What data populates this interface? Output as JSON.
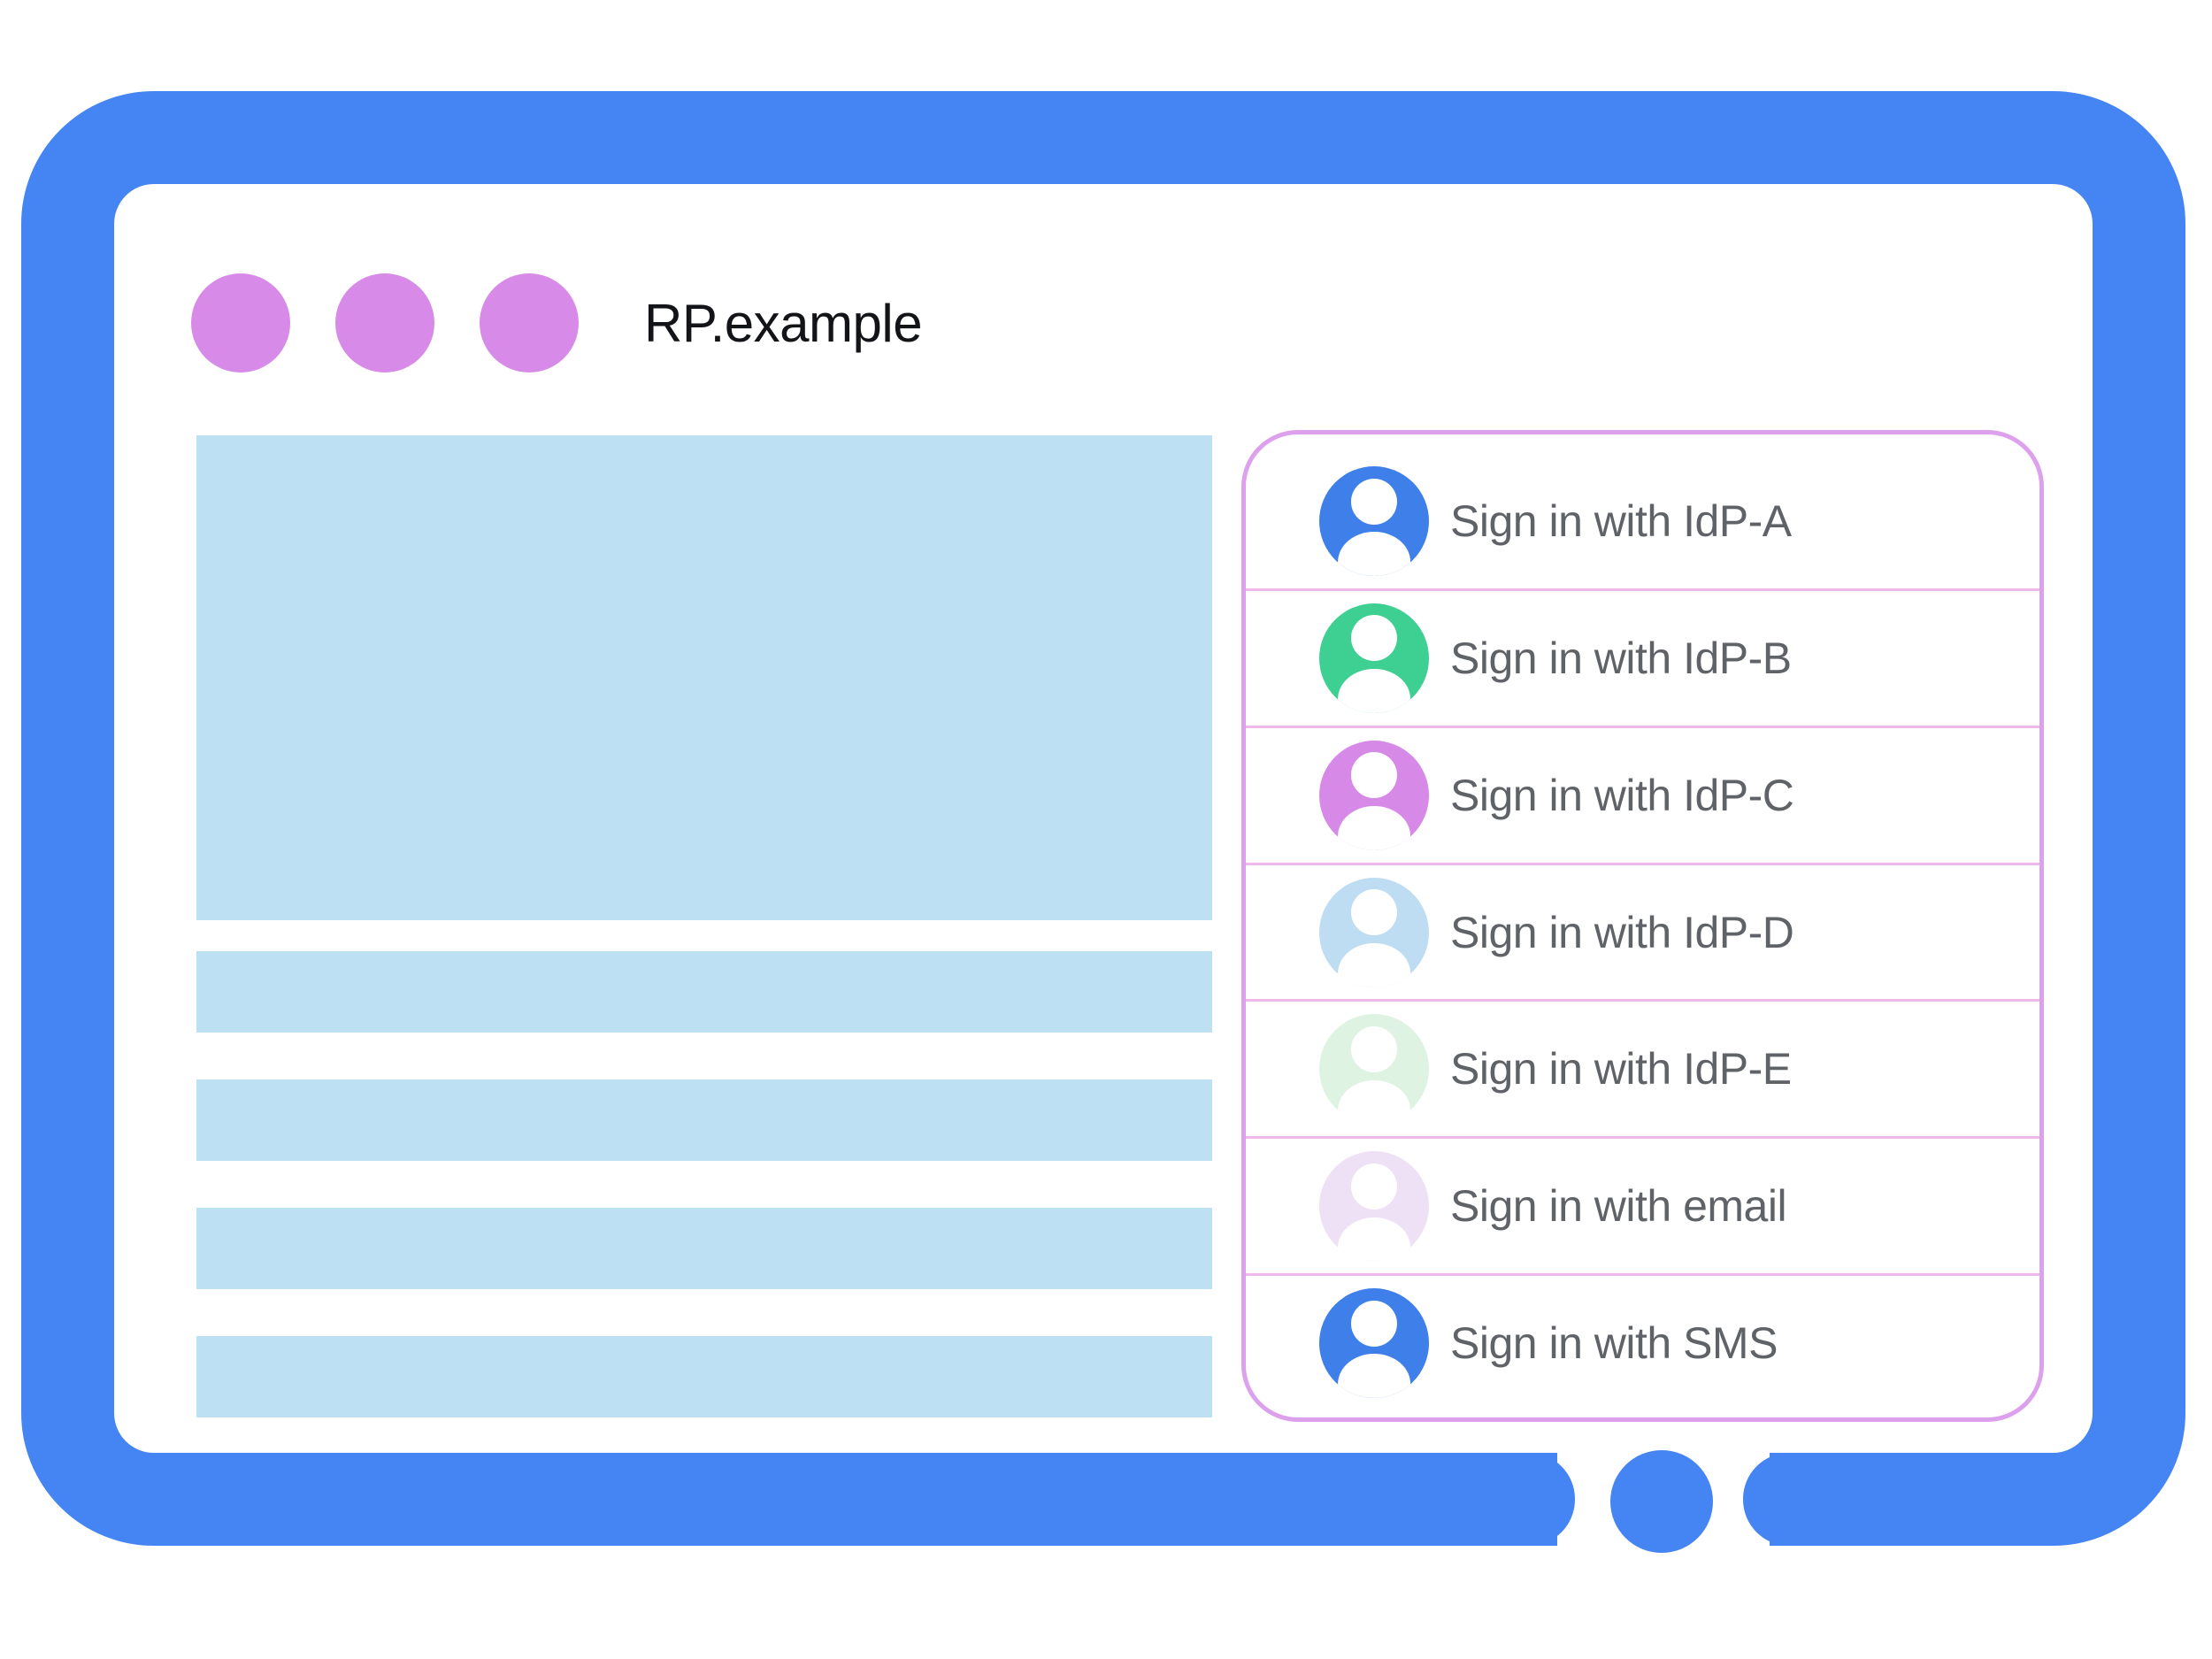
{
  "palette": {
    "frame_blue": "#4484F3",
    "dot_purple": "#D78AE7",
    "placeholder_blue": "#BEE0F3",
    "panel_pink": "#DDA0ED",
    "divider_pink": "#EFB8EE",
    "label_gray": "#5F6368",
    "title_black": "#121418"
  },
  "browser_window": {
    "title": "RP.example",
    "window_dot_count": 3
  },
  "content": {
    "placeholder_bar_count": 4
  },
  "signin_panel": {
    "items": [
      {
        "label": "Sign in with IdP-A",
        "icon": "user-avatar-icon",
        "avatar_color": "#3E7FE9"
      },
      {
        "label": "Sign in with IdP-B",
        "icon": "user-avatar-icon",
        "avatar_color": "#3ECF92"
      },
      {
        "label": "Sign in with IdP-C",
        "icon": "user-avatar-icon",
        "avatar_color": "#D689E6"
      },
      {
        "label": "Sign in with IdP-D",
        "icon": "user-avatar-icon",
        "avatar_color": "#BEDDF3"
      },
      {
        "label": "Sign in with IdP-E",
        "icon": "user-avatar-icon",
        "avatar_color": "#DFF3E2"
      },
      {
        "label": "Sign in with email",
        "icon": "user-avatar-icon",
        "avatar_color": "#EEE0F5"
      },
      {
        "label": "Sign in with SMS",
        "icon": "user-avatar-icon",
        "avatar_color": "#3E7FE9"
      }
    ]
  },
  "device": {
    "home_button": "home-button"
  }
}
